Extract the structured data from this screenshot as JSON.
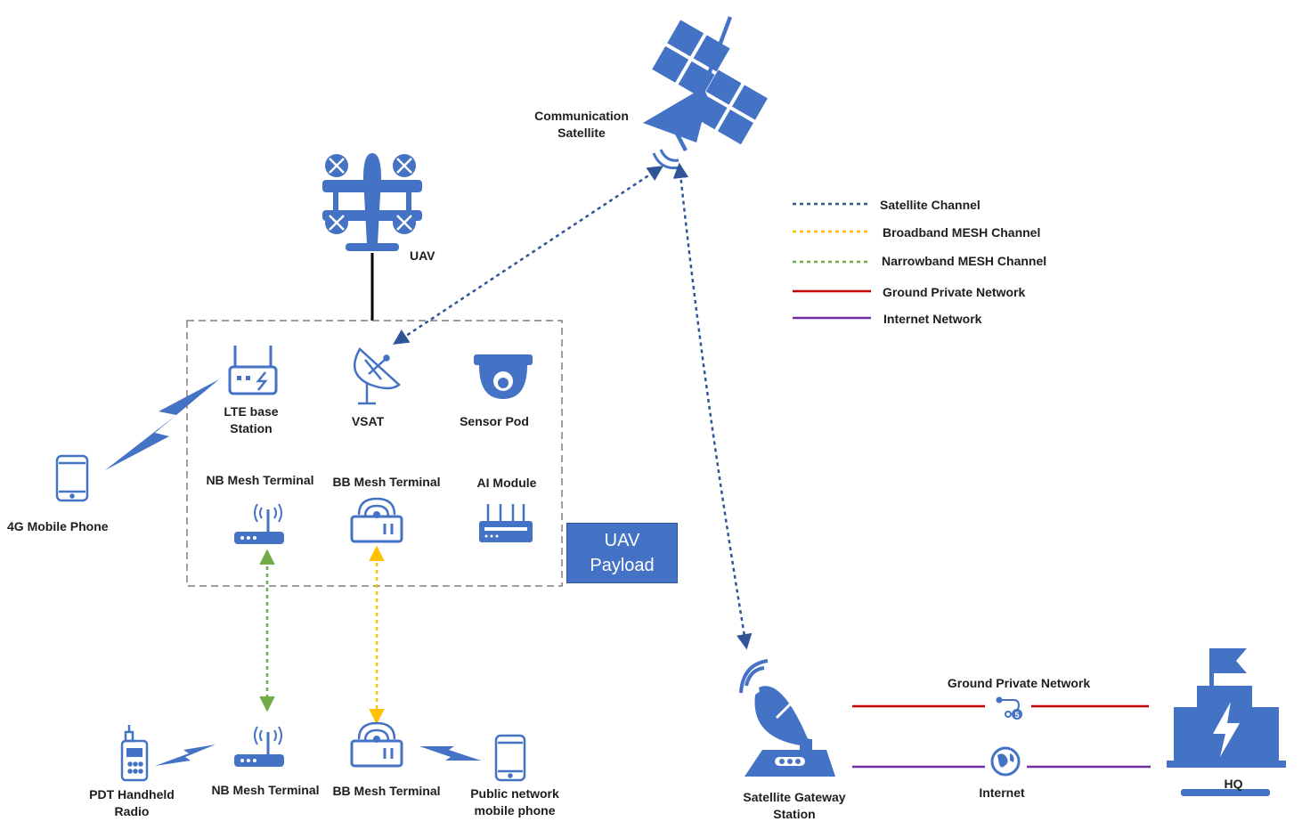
{
  "labels": {
    "satellite": "Communication\nSatellite",
    "uav": "UAV",
    "lte": "LTE base\nStation",
    "vsat": "VSAT",
    "sensor_pod": "Sensor Pod",
    "nb_mesh_payload": "NB Mesh Terminal",
    "bb_mesh_payload": "BB Mesh Terminal",
    "ai_module": "AI Module",
    "mobile_4g": "4G Mobile Phone",
    "pdt_radio": "PDT Handheld\nRadio",
    "nb_mesh_ground": "NB Mesh Terminal",
    "bb_mesh_ground": "BB Mesh Terminal",
    "public_phone": "Public network\nmobile phone",
    "gateway": "Satellite Gateway\nStation",
    "ground_private": "Ground Private Network",
    "internet": "Internet",
    "hq": "HQ"
  },
  "payload_box": "UAV\nPayload",
  "legend": [
    {
      "label": "Satellite Channel",
      "color": "#2f5597",
      "dashed": true
    },
    {
      "label": "Broadband MESH Channel",
      "color": "#ffc000",
      "dashed": true
    },
    {
      "label": "Narrowband MESH  Channel",
      "color": "#70ad47",
      "dashed": true
    },
    {
      "label": "Ground Private Network",
      "color": "#c00000",
      "dashed": false
    },
    {
      "label": "Internet Network",
      "color": "#7030a0",
      "dashed": false
    }
  ],
  "colors": {
    "icon": "#4472c4",
    "satellite_channel": "#2f5597",
    "broadband": "#ffc000",
    "narrowband": "#70ad47",
    "ground_private": "#c00000",
    "internet": "#7030a0"
  },
  "icons": [
    "satellite-icon",
    "uav-icon",
    "lte-router-icon",
    "vsat-dish-icon",
    "dome-camera-icon",
    "nb-mesh-router-icon",
    "bb-mesh-router-icon",
    "ai-module-icon",
    "mobile-phone-icon",
    "handheld-radio-icon",
    "gateway-dish-icon",
    "private-network-icon",
    "globe-icon",
    "hq-building-icon",
    "lightning-bolt-icon"
  ]
}
